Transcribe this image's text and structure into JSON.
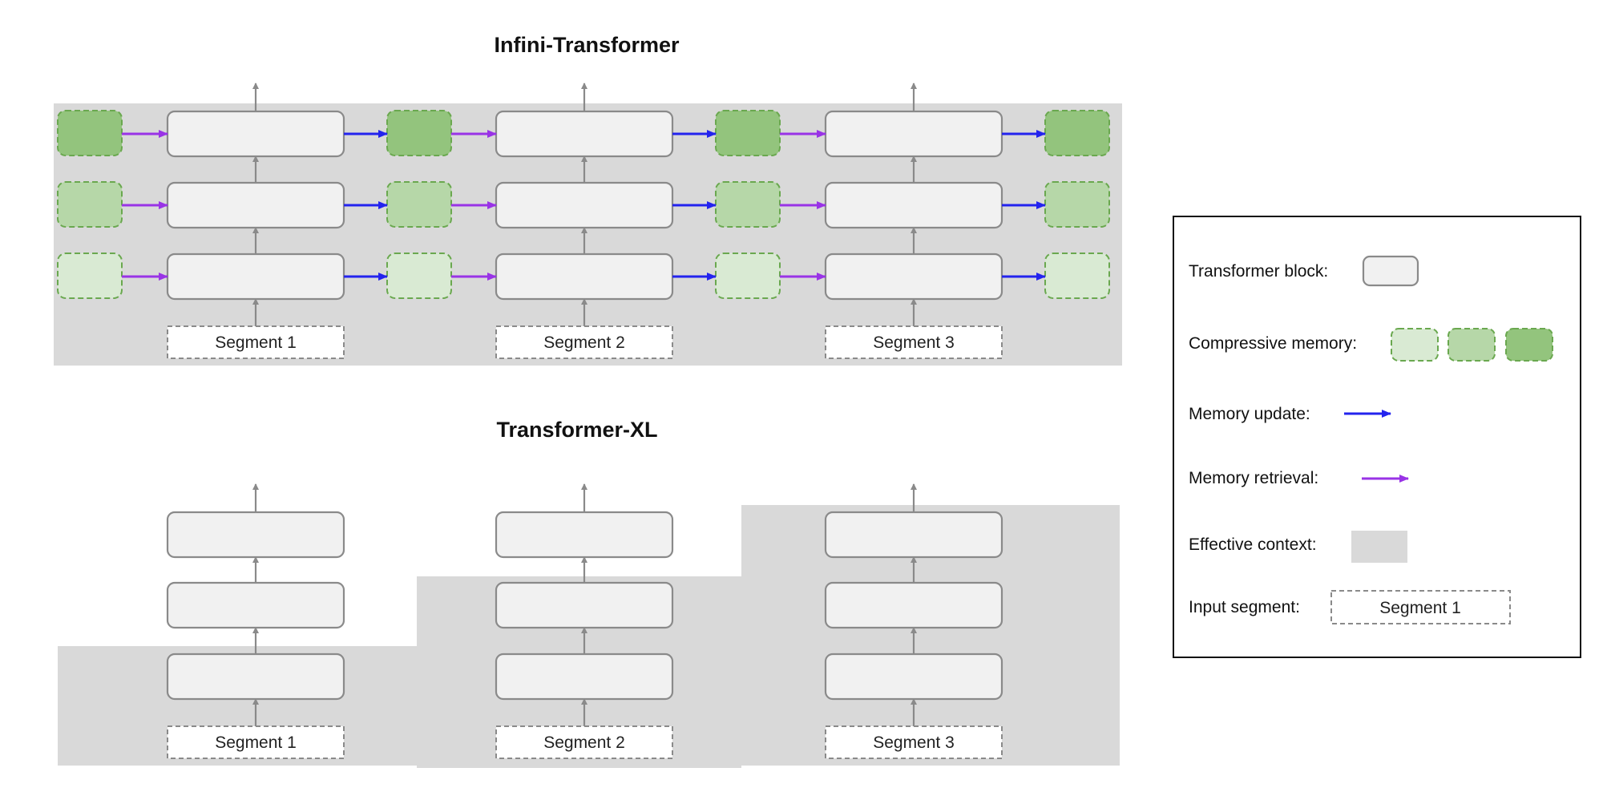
{
  "infini": {
    "title": "Infini-Transformer",
    "segments": [
      "Segment 1",
      "Segment 2",
      "Segment 3"
    ]
  },
  "xl": {
    "title": "Transformer-XL",
    "segments": [
      "Segment 1",
      "Segment 2",
      "Segment 3"
    ]
  },
  "legend": {
    "transformer_block": "Transformer block:",
    "compressive_memory": "Compressive memory:",
    "memory_update": "Memory update:",
    "memory_retrieval": "Memory retrieval:",
    "effective_context": "Effective context:",
    "input_segment": "Input segment:",
    "input_segment_example": "Segment 1"
  },
  "colors": {
    "context_gray": "#d9d9d9",
    "block_fill": "#f1f1f1",
    "memory_light": "#d9ead3",
    "memory_mid": "#b6d7a8",
    "memory_dark": "#93c47d",
    "memory_update_arrow": "#2323ee",
    "memory_retrieval_arrow": "#9933e6"
  }
}
